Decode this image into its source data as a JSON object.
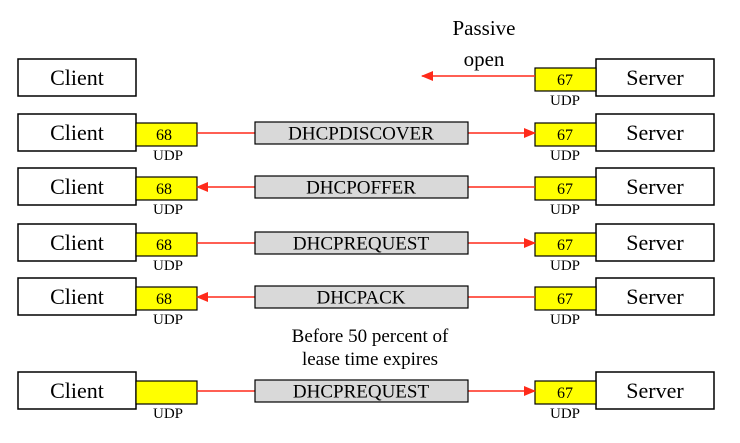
{
  "colors": {
    "port": "#ffff00",
    "message_box": "#d9d9d9",
    "arrow": "#ff2a1a",
    "stroke": "#000000"
  },
  "labels": {
    "client": "Client",
    "server": "Server",
    "udp": "UDP",
    "passive_open": [
      "Passive",
      "open"
    ],
    "note": [
      "Before 50 percent of",
      "lease time expires"
    ]
  },
  "rows": [
    {
      "id": "passive",
      "client_port": null,
      "server_port": "67",
      "message": null,
      "direction": "left",
      "show_client_port": false,
      "show_client_udp": false
    },
    {
      "id": "discover",
      "client_port": "68",
      "server_port": "67",
      "message": "DHCPDISCOVER",
      "direction": "right",
      "show_client_port": true,
      "show_client_udp": true
    },
    {
      "id": "offer",
      "client_port": "68",
      "server_port": "67",
      "message": "DHCPOFFER",
      "direction": "left",
      "show_client_port": true,
      "show_client_udp": true
    },
    {
      "id": "request",
      "client_port": "68",
      "server_port": "67",
      "message": "DHCPREQUEST",
      "direction": "right",
      "show_client_port": true,
      "show_client_udp": true
    },
    {
      "id": "ack",
      "client_port": "68",
      "server_port": "67",
      "message": "DHCPACK",
      "direction": "left",
      "show_client_port": true,
      "show_client_udp": true
    },
    {
      "id": "renew",
      "client_port": "",
      "server_port": "67",
      "message": "DHCPREQUEST",
      "direction": "right",
      "show_client_port": true,
      "show_client_udp": true
    }
  ]
}
